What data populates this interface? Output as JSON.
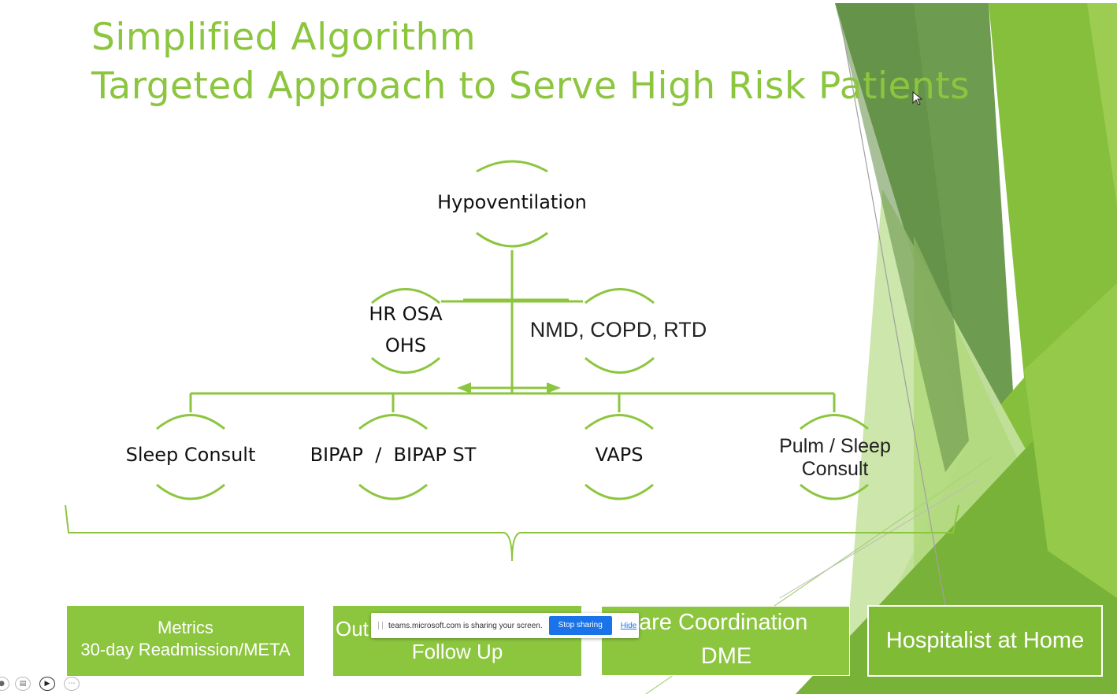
{
  "slide": {
    "title_line1": "Simplified Algorithm",
    "title_line2": "Targeted Approach to Serve High Risk Patients"
  },
  "colors": {
    "accent": "#8cc63f",
    "dark_green": "#6a9a48",
    "white": "#ffffff"
  },
  "nodes": {
    "root": "Hypoventilation",
    "left_line1": "HR OSA",
    "left_line2": "OHS",
    "right": "NMD, COPD, RTD",
    "leaf1": "Sleep Consult",
    "leaf2": "BIPAP  /  BIPAP ST",
    "leaf3": "VAPS",
    "leaf4_line1": "Pulm / Sleep",
    "leaf4_line2": "Consult"
  },
  "boxes": {
    "metrics_line1": "Metrics",
    "metrics_line2": "30-day Readmission/META",
    "outpatient_line1": "Out",
    "outpatient_line2": "Follow Up",
    "care_line1": "are Coordination",
    "care_line2": "DME",
    "hospitalist": "Hospitalist at Home"
  },
  "share_bar": {
    "message": "teams.microsoft.com is sharing your screen.",
    "stop_label": "Stop sharing",
    "hide_label": "Hide"
  },
  "controls": {
    "icons": [
      "person-icon",
      "captions-icon",
      "camera-icon",
      "more-icon"
    ]
  }
}
